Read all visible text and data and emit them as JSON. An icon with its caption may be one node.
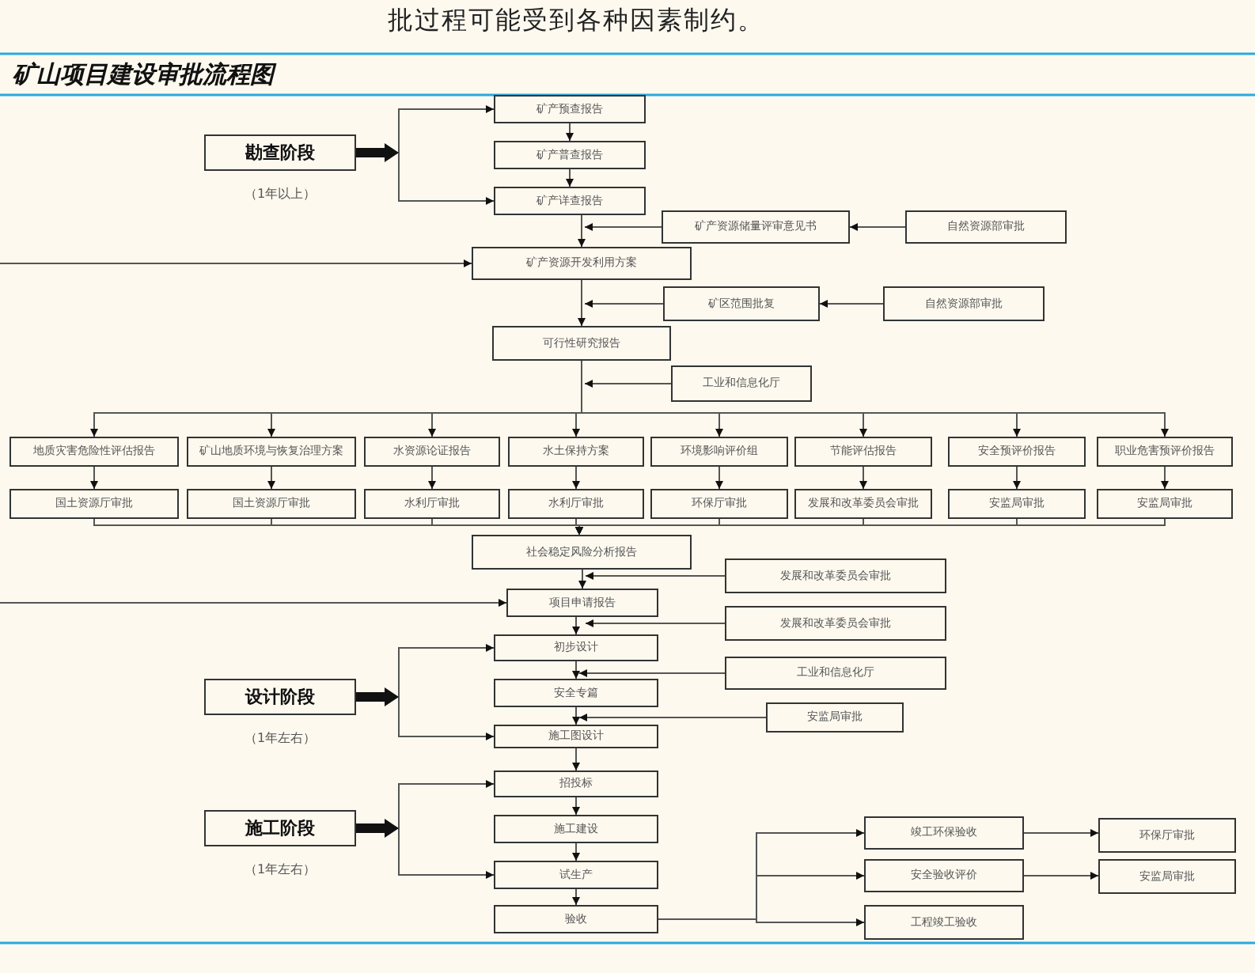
{
  "diagram": {
    "title": "矿山项目建设审批流程图",
    "nodes": [
      {
        "text": [
          "勘查阶段"
        ],
        "beside": [
          "（1年以上）"
        ]
      },
      {
        "text": [
          "矿产预查报告"
        ]
      },
      {
        "text": [
          "矿产普查报告"
        ]
      },
      {
        "text": [
          "矿产详查报告"
        ]
      },
      {
        "text": [
          "矿产资源储量评审意见书"
        ]
      },
      {
        "text": [
          "自然资源部审批"
        ]
      },
      {
        "text": [
          "矿产资源开发利用方案"
        ]
      },
      {
        "text": [
          "矿区范围批复"
        ]
      },
      {
        "text": [
          "自然资源部审批"
        ]
      },
      {
        "text": [
          "可行性研究报告"
        ]
      },
      {
        "text": [
          "工业和信息化厅"
        ]
      },
      {
        "text": [
          "地质灾害危险性评估报告"
        ]
      },
      {
        "text": [
          "矿山地质环境与恢复治理方案"
        ]
      },
      {
        "text": [
          "水资源论证报告"
        ]
      },
      {
        "text": [
          "水土保持方案"
        ]
      },
      {
        "text": [
          "环境影响评价组"
        ]
      },
      {
        "text": [
          "节能评估报告"
        ]
      },
      {
        "text": [
          "安全预评价报告"
        ]
      },
      {
        "text": [
          "职业危害预评价报告"
        ]
      },
      {
        "text": [
          "国土资源厅审批"
        ]
      },
      {
        "text": [
          "国土资源厅审批"
        ]
      },
      {
        "text": [
          "水利厅审批"
        ]
      },
      {
        "text": [
          "水利厅审批"
        ]
      },
      {
        "text": [
          "环保厅审批"
        ]
      },
      {
        "text": [
          "发展和改革委员会审批"
        ]
      },
      {
        "text": [
          "安监局审批"
        ]
      },
      {
        "text": [
          "安监局审批"
        ]
      },
      {
        "text": [
          "社会稳定风险分析报告"
        ]
      },
      {
        "text": [
          "发展和改革委员会审批"
        ]
      },
      {
        "text": [
          "项目申请报告"
        ]
      },
      {
        "text": [
          "发展和改革委员会审批"
        ]
      },
      {
        "text": [
          "初步设计"
        ]
      },
      {
        "text": [
          "工业和信息化厅"
        ]
      },
      {
        "text": [
          "设计阶段"
        ],
        "beside": [
          "（1年左右）"
        ]
      },
      {
        "text": [
          "安全专篇"
        ]
      },
      {
        "text": [
          "安监局审批"
        ]
      },
      {
        "text": [
          "施工图设计"
        ]
      },
      {
        "text": [
          "招投标"
        ]
      },
      {
        "text": [
          "施工阶段"
        ],
        "beside": [
          "（1年左右）"
        ]
      },
      {
        "text": [
          "施工建设"
        ]
      },
      {
        "text": [
          "试生产"
        ]
      },
      {
        "text": [
          "验收"
        ]
      },
      {
        "text": [
          "竣工环保验收"
        ]
      },
      {
        "text": [
          "安全验收评价"
        ]
      },
      {
        "text": [
          "工程竣工验收"
        ]
      },
      {
        "text": [
          "环保厅审批"
        ]
      },
      {
        "text": [
          "安监局审批"
        ]
      }
    ],
    "edges": [
      {
        "from": 0,
        "to": 1,
        "arrow": "to"
      },
      {
        "from": 0,
        "to": 3,
        "arrow": "to"
      },
      {
        "from": 1,
        "to": 2,
        "arrow": "to"
      },
      {
        "from": 2,
        "to": 3,
        "arrow": "to"
      },
      {
        "from": 3,
        "to": 6,
        "arrow": "to"
      },
      {
        "from": 5,
        "to": 4,
        "arrow": "to"
      },
      {
        "from": 4,
        "to": 6,
        "arrow": "to"
      },
      {
        "from": null,
        "to": 6,
        "arrow": "to"
      },
      {
        "from": 6,
        "to": 9,
        "arrow": "to"
      },
      {
        "from": 8,
        "to": 7,
        "arrow": "to"
      },
      {
        "from": 7,
        "to": 9,
        "arrow": "to"
      },
      {
        "from": 10,
        "to": 9,
        "arrow": "to"
      },
      {
        "from": 9,
        "to": 11,
        "arrow": "to"
      },
      {
        "from": 9,
        "to": 12,
        "arrow": "to"
      },
      {
        "from": 9,
        "to": 13,
        "arrow": "to"
      },
      {
        "from": 9,
        "to": 14,
        "arrow": "to"
      },
      {
        "from": 9,
        "to": 15,
        "arrow": "to"
      },
      {
        "from": 9,
        "to": 16,
        "arrow": "to"
      },
      {
        "from": 9,
        "to": 17,
        "arrow": "to"
      },
      {
        "from": 9,
        "to": 18,
        "arrow": "to"
      },
      {
        "from": 11,
        "to": 19,
        "arrow": "to"
      },
      {
        "from": 12,
        "to": 20,
        "arrow": "to"
      },
      {
        "from": 13,
        "to": 21,
        "arrow": "to"
      },
      {
        "from": 14,
        "to": 22,
        "arrow": "to"
      },
      {
        "from": 15,
        "to": 23,
        "arrow": "to"
      },
      {
        "from": 16,
        "to": 24,
        "arrow": "to"
      },
      {
        "from": 17,
        "to": 25,
        "arrow": "to"
      },
      {
        "from": 18,
        "to": 26,
        "arrow": "to"
      },
      {
        "from": 19,
        "to": 27,
        "arrow": "to"
      },
      {
        "from": 20,
        "to": 27,
        "arrow": "to"
      },
      {
        "from": 21,
        "to": 27,
        "arrow": "to"
      },
      {
        "from": 22,
        "to": 27,
        "arrow": "to"
      },
      {
        "from": 23,
        "to": 27,
        "arrow": "to"
      },
      {
        "from": 24,
        "to": 27,
        "arrow": "to"
      },
      {
        "from": 25,
        "to": 27,
        "arrow": "to"
      },
      {
        "from": 26,
        "to": 27,
        "arrow": "to"
      },
      {
        "from": 27,
        "to": 29,
        "arrow": "to"
      },
      {
        "from": 28,
        "to": 29,
        "arrow": "to"
      },
      {
        "from": null,
        "to": 29,
        "arrow": "to"
      },
      {
        "from": 29,
        "to": 31,
        "arrow": "to"
      },
      {
        "from": 30,
        "to": 29,
        "arrow": "to"
      },
      {
        "from": 31,
        "to": 34,
        "arrow": "to"
      },
      {
        "from": 32,
        "to": 31,
        "arrow": "to"
      },
      {
        "from": 34,
        "to": 36,
        "arrow": "to"
      },
      {
        "from": 35,
        "to": 36,
        "arrow": "to"
      },
      {
        "from": 33,
        "to": 31,
        "arrow": "to"
      },
      {
        "from": 33,
        "to": 36,
        "arrow": "to"
      },
      {
        "from": 36,
        "to": 37,
        "arrow": "to"
      },
      {
        "from": 38,
        "to": 37,
        "arrow": "to"
      },
      {
        "from": 38,
        "to": 40,
        "arrow": "to"
      },
      {
        "from": 37,
        "to": 39,
        "arrow": "to"
      },
      {
        "from": 39,
        "to": 40,
        "arrow": "to"
      },
      {
        "from": 40,
        "to": 41,
        "arrow": "to"
      },
      {
        "from": 41,
        "to": 42,
        "arrow": "to"
      },
      {
        "from": 41,
        "to": 43,
        "arrow": "to"
      },
      {
        "from": 41,
        "to": 44,
        "arrow": "to"
      },
      {
        "from": 42,
        "to": 45,
        "arrow": "to"
      },
      {
        "from": 43,
        "to": 46,
        "arrow": "to"
      }
    ],
    "labels": [
      "批过程可能受到各种因素制约。"
    ]
  }
}
